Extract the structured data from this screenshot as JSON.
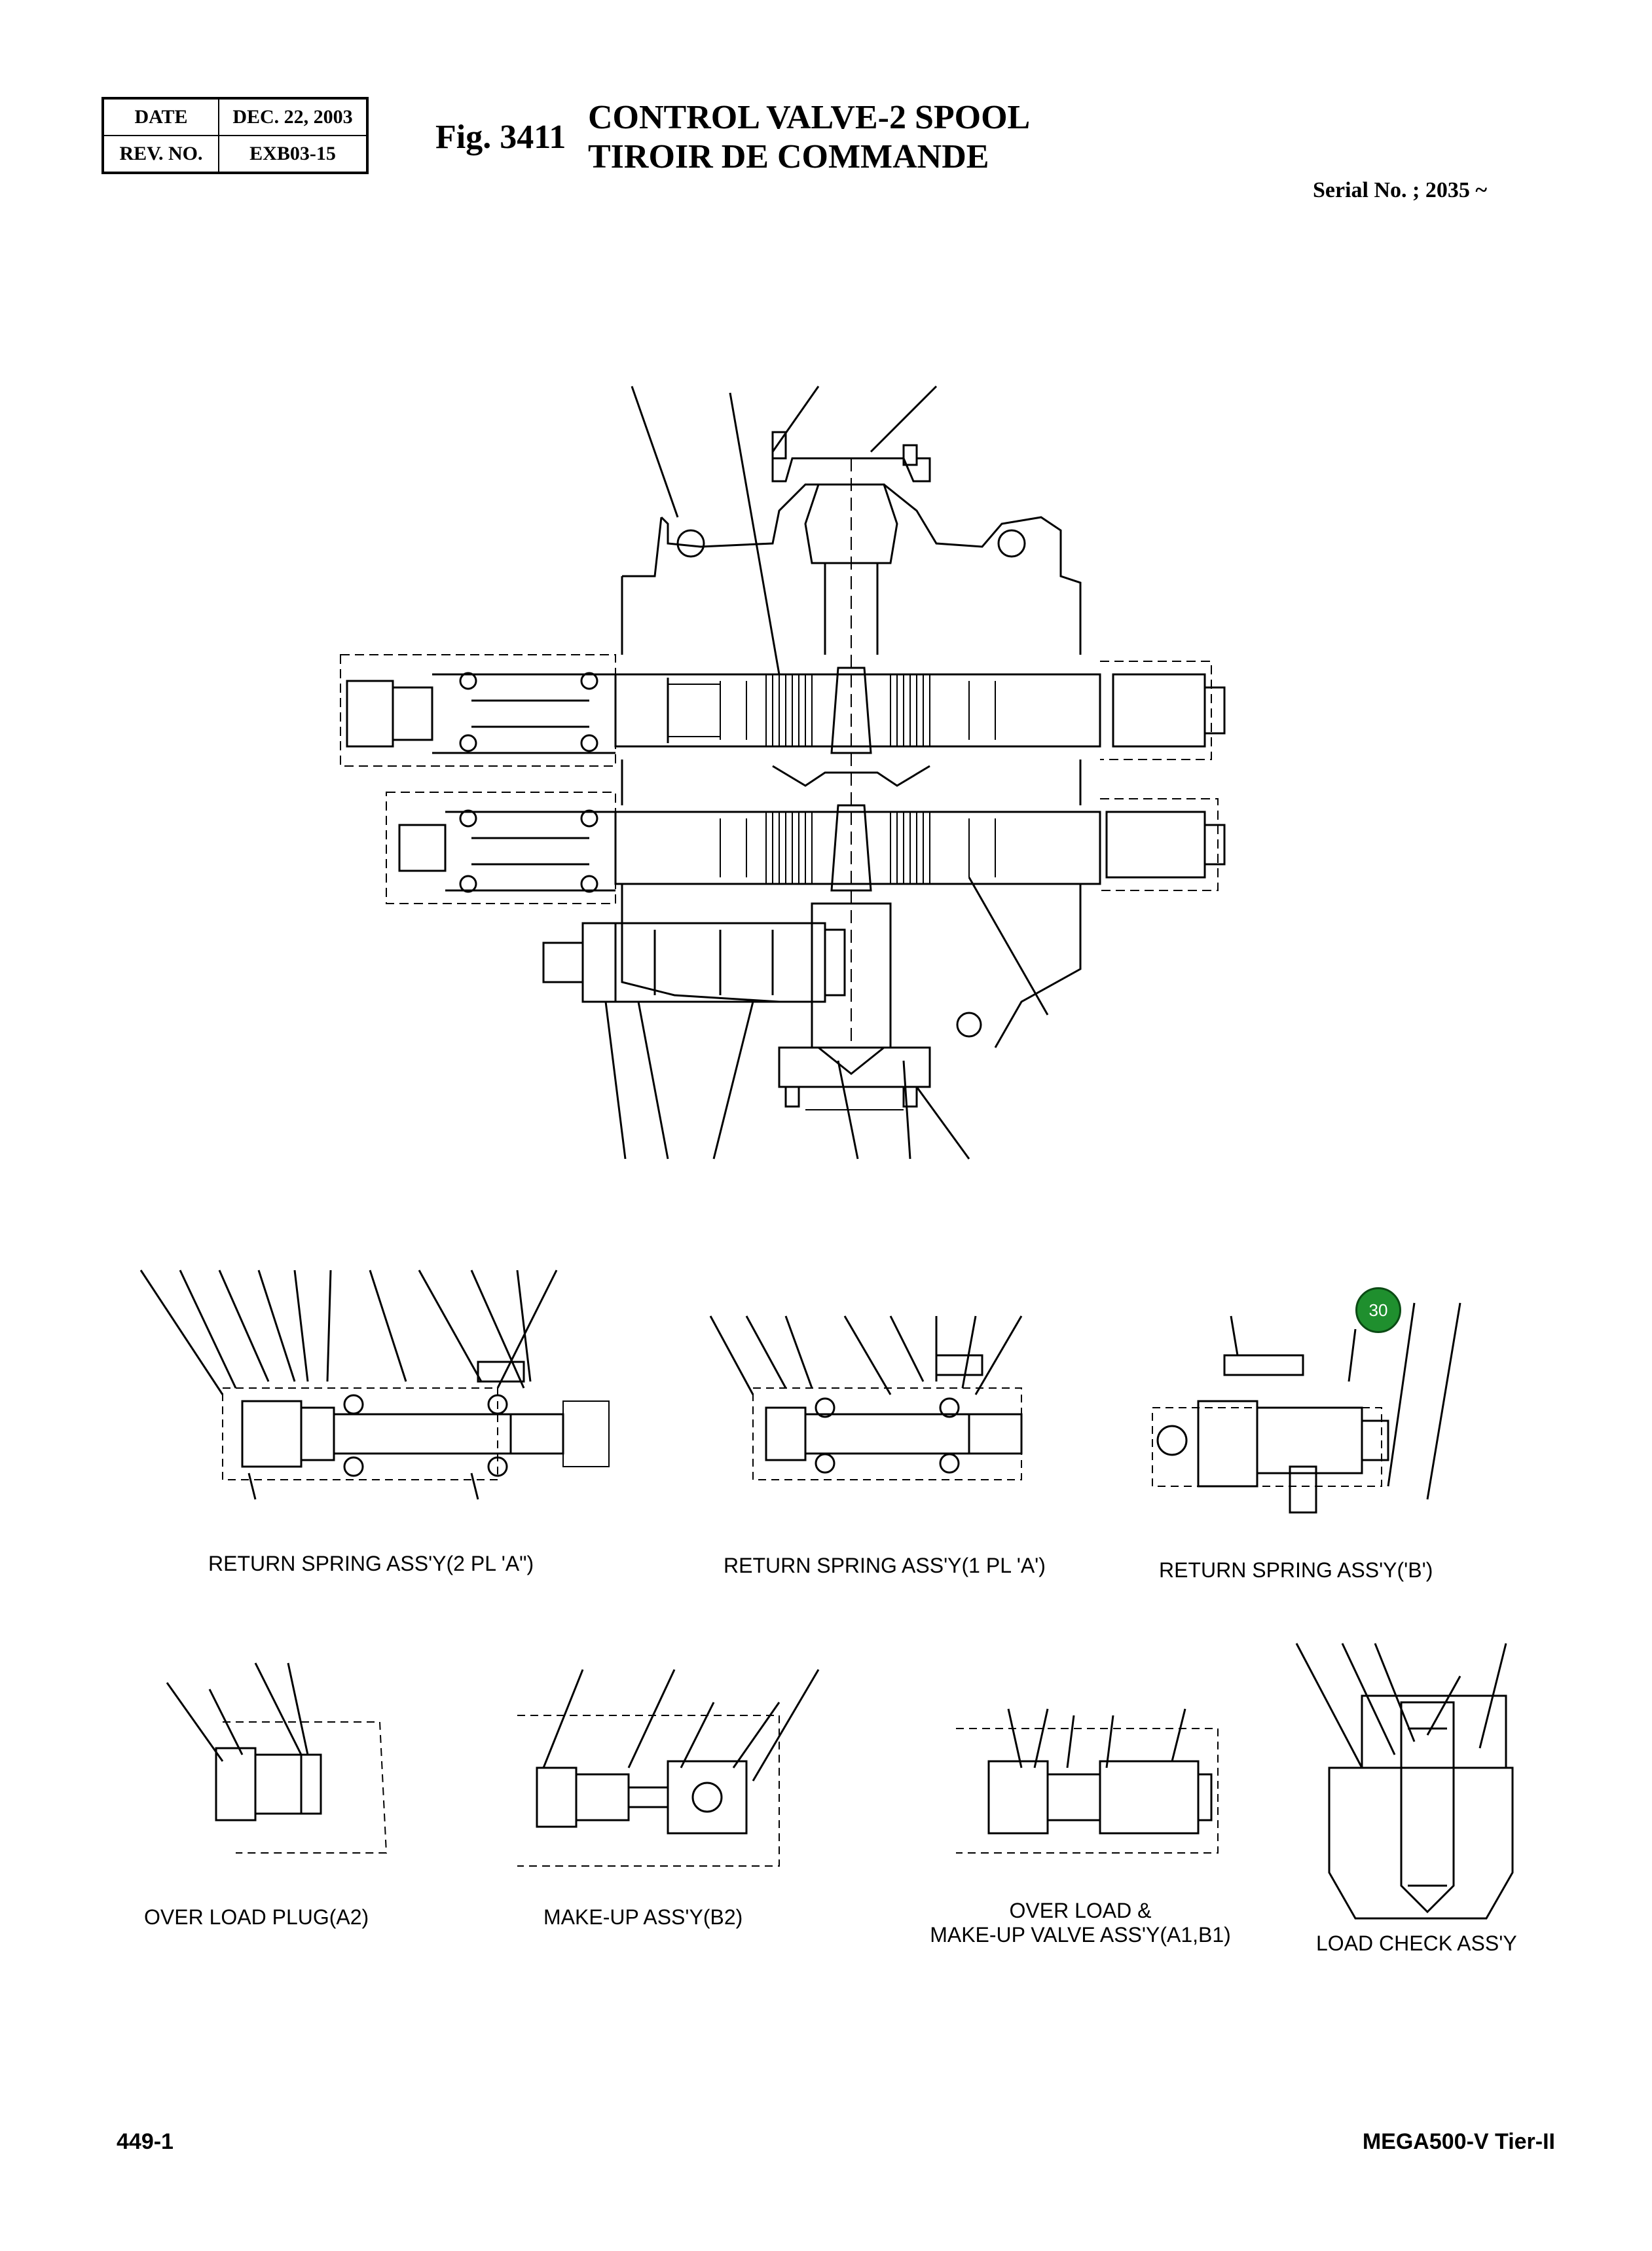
{
  "header": {
    "date_label": "DATE",
    "date_value": "DEC. 22, 2003",
    "rev_label": "REV. NO.",
    "rev_value": "EXB03-15",
    "fig_number": "Fig. 3411",
    "title_line1": "CONTROL VALVE-2 SPOOL",
    "title_line2": "TIROIR DE COMMANDE",
    "serial": "Serial No. ; 2035 ~"
  },
  "callout": {
    "number": "30",
    "color": "#1f8f2e"
  },
  "captions": {
    "return_spring_2pl": "RETURN SPRING ASS'Y(2 PL 'A\")",
    "return_spring_1pl": "RETURN SPRING ASS'Y(1 PL 'A')",
    "return_spring_b": "RETURN SPRING ASS'Y('B')",
    "overload_plug": "OVER LOAD PLUG(A2)",
    "makeup_assy": "MAKE-UP ASS'Y(B2)",
    "overload_makeup_line1": "OVER LOAD &",
    "overload_makeup_line2": "MAKE-UP VALVE ASS'Y(A1,B1)",
    "load_check": "LOAD CHECK ASS'Y"
  },
  "footer": {
    "page": "449-1",
    "model": "MEGA500-V Tier-II"
  }
}
